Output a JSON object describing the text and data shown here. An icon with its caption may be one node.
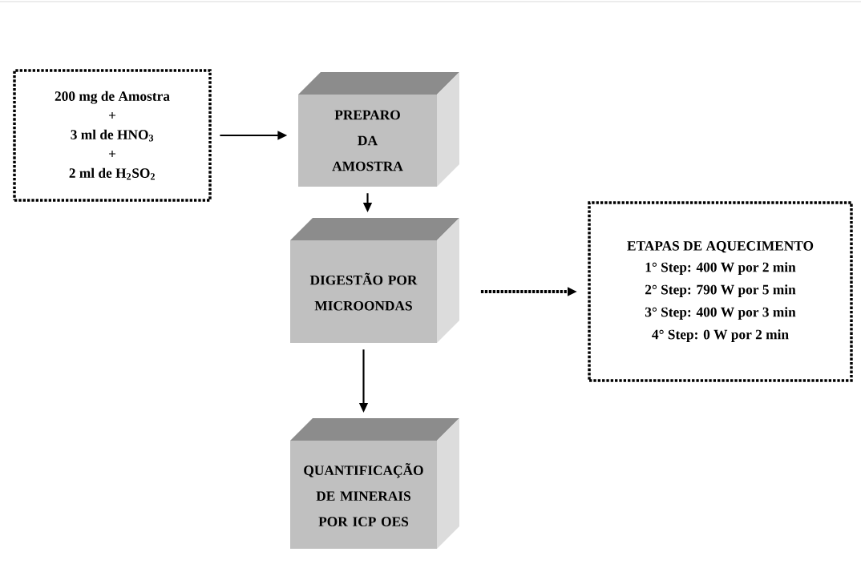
{
  "diagram": {
    "nodes": [
      {
        "text": [
          "200 mg de Amostra",
          "+",
          "3 ml de HNO$_{3}$",
          "+",
          "2 ml de H$_{2}$SO$_{2}$"
        ]
      },
      {
        "text": [
          "PREPARO DA AMOSTRA"
        ]
      },
      {
        "text": [
          "DIGESTÃO POR MICROONDAS"
        ]
      },
      {
        "text": [
          "ETAPAS DE AQUECIMENTO",
          "1° Step:  400 W por 2 min",
          "2° Step: 790 W por 5 min",
          "3° Step: 400 W por 3 min",
          "4° Step:  0 W por 2 min"
        ]
      },
      {
        "text": [
          "QUANTIFICAÇÃO DE MINERAIS POR ICP OES"
        ]
      }
    ],
    "edges": [
      {
        "from": 0,
        "to": 1,
        "arrow": "to"
      },
      {
        "from": 1,
        "to": 2,
        "arrow": "to"
      },
      {
        "from": 2,
        "to": 3,
        "arrow": "to",
        "style": "dashed"
      },
      {
        "from": 2,
        "to": 4,
        "arrow": "to"
      }
    ]
  }
}
